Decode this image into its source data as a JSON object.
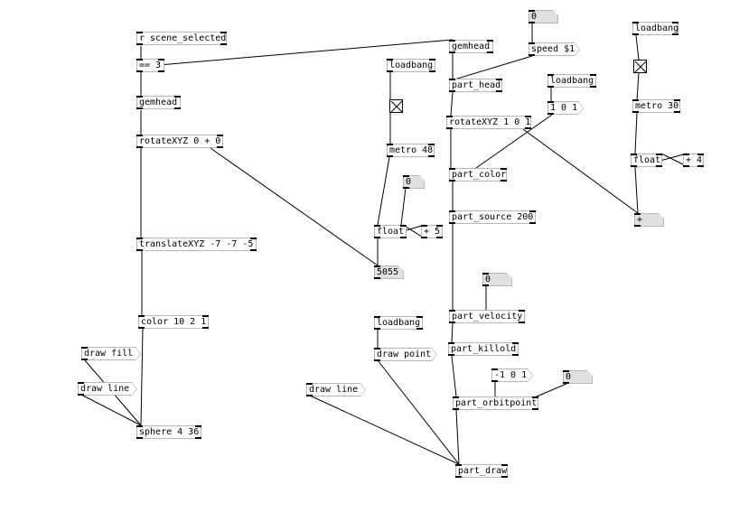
{
  "canvas": {
    "background": "#ffffff",
    "border_color": "#b8b8b8",
    "wire_color": "#000000"
  },
  "objects": {
    "r_scene_selected": "r scene_selected",
    "eq_3": "== 3",
    "gemhead_left": "gemhead",
    "rotate_left": "rotateXYZ 0 + 0",
    "translate": "translateXYZ -7 -7 -5",
    "color": "color 10 2 1",
    "sphere": "sphere 4 36",
    "loadbang_mid": "loadbang",
    "metro_48": "metro 48",
    "float_mid": "float",
    "plus_5": "+ 5",
    "num_5055": "5055",
    "num_mid_zero": "0",
    "loadbang_bottom": "loadbang",
    "gemhead_right": "gemhead",
    "part_head": "part_head",
    "rotate_right": "rotateXYZ 1 0 1",
    "loadbang_part": "loadbang",
    "part_color": "part_color",
    "part_source": "part_source 200",
    "part_velocity": "part_velocity",
    "part_killold": "part_killold",
    "part_orbitpoint": "part_orbitpoint",
    "part_draw": "part_draw",
    "num_velocity": "0",
    "num_orbit": "0",
    "num_top": "0",
    "loadbang_right": "loadbang",
    "metro_30": "metro 30",
    "float_right": "float",
    "plus_4": "+ 4",
    "num_plus": "+"
  },
  "messages": {
    "draw_fill": "draw fill",
    "draw_line_left": "draw line",
    "draw_line_mid": "draw line",
    "draw_point": "draw point",
    "speed": "speed $1",
    "color_1_0_1": "1 0 1",
    "orbit_vec": "-1 0 1"
  },
  "toggles": {
    "mid": "checked",
    "right": "checked"
  }
}
